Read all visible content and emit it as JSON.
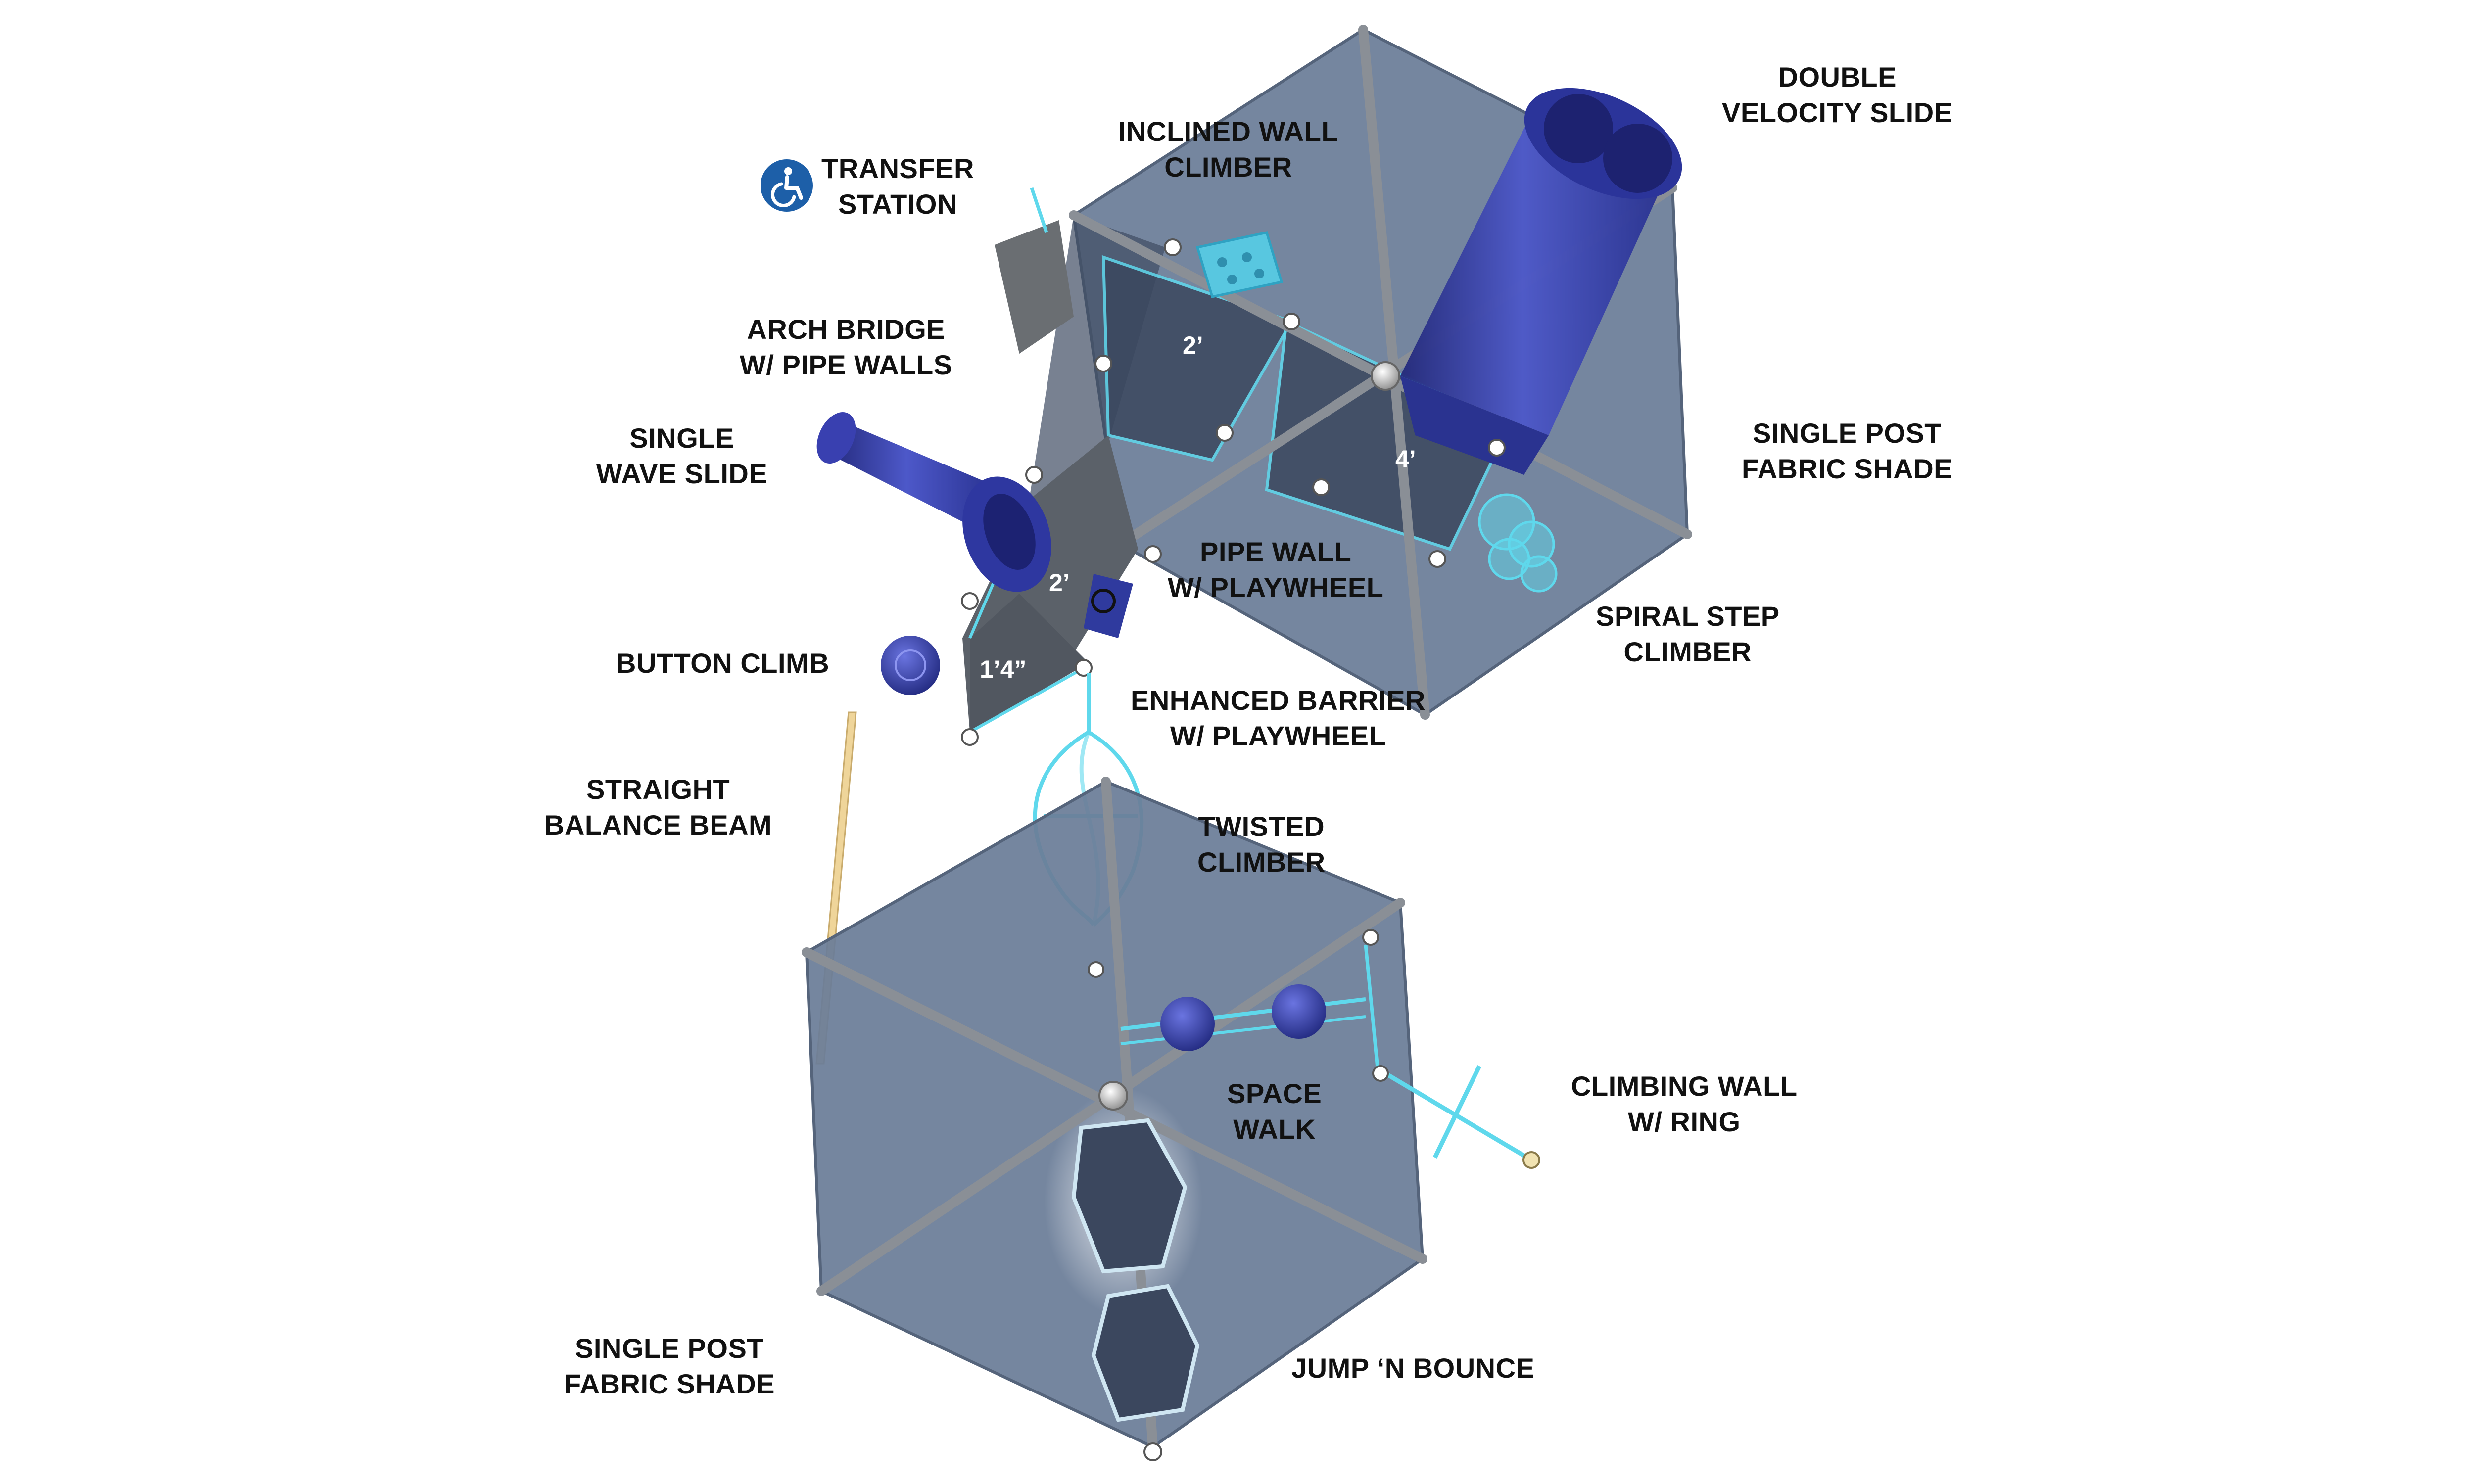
{
  "colors": {
    "shade_fabric": "#6b7d98",
    "deck": "#46546b",
    "slide_blue": "#2f3a9e",
    "pipe_cyan": "#5fd8ec",
    "frame_grey": "#8a8f96",
    "accessible_badge": "#1d5fa8"
  },
  "accessible_icon": "wheelchair-icon",
  "labels": {
    "double_velocity_slide": [
      "DOUBLE",
      "VELOCITY SLIDE"
    ],
    "inclined_wall_climber": [
      "INCLINED WALL",
      "CLIMBER"
    ],
    "transfer_station": [
      "TRANSFER",
      "STATION"
    ],
    "arch_bridge": [
      "ARCH BRIDGE",
      "W/ PIPE WALLS"
    ],
    "single_wave_slide": [
      "SINGLE",
      "WAVE SLIDE"
    ],
    "single_post_shade_top": [
      "SINGLE POST",
      "FABRIC SHADE"
    ],
    "pipe_wall_playwheel": [
      "PIPE WALL",
      "W/ PLAYWHEEL"
    ],
    "spiral_step_climber": [
      "SPIRAL STEP",
      "CLIMBER"
    ],
    "button_climb": [
      "BUTTON CLIMB"
    ],
    "enhanced_barrier": [
      "ENHANCED BARRIER",
      "W/ PLAYWHEEL"
    ],
    "straight_balance_beam": [
      "STRAIGHT",
      "BALANCE BEAM"
    ],
    "twisted_climber": [
      "TWISTED",
      "CLIMBER"
    ],
    "space_walk": [
      "SPACE",
      "WALK"
    ],
    "climbing_wall_ring": [
      "CLIMBING WALL",
      "W/ RING"
    ],
    "single_post_shade_bottom": [
      "SINGLE POST",
      "FABRIC SHADE"
    ],
    "jump_n_bounce": [
      "JUMP ‘N BOUNCE"
    ]
  },
  "deck_heights": {
    "upper_left_deck": "2’",
    "upper_right_deck": "4’",
    "lower_deck": "2’",
    "transfer_deck": "1’4”"
  }
}
